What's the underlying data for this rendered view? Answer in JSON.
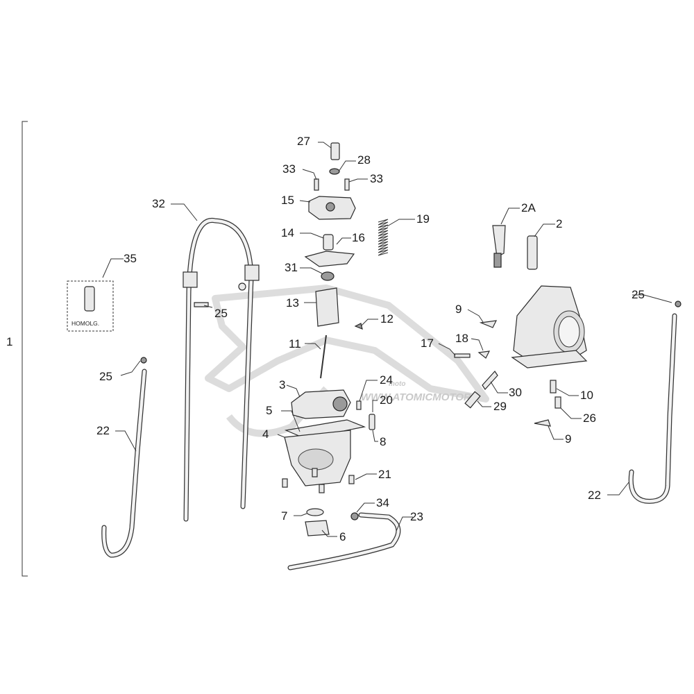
{
  "diagram": {
    "group_label": "1",
    "homolg_box_label": "HOMOLG.",
    "watermark_text": "WWW.ATOMICMOTOR",
    "watermark_logo_word": "moto",
    "callouts": {
      "c27": "27",
      "c28": "28",
      "c33a": "33",
      "c33b": "33",
      "c15": "15",
      "c32": "32",
      "c19": "19",
      "c2a": "2A",
      "c2": "2",
      "c35": "35",
      "c14": "14",
      "c16": "16",
      "c31": "31",
      "c25a": "25",
      "c13": "13",
      "c12": "12",
      "c9a": "9",
      "c25b": "25",
      "c11": "11",
      "c17": "17",
      "c18": "18",
      "c3": "3",
      "c24": "24",
      "c30": "30",
      "c25c": "25",
      "c20": "20",
      "c10": "10",
      "c5": "5",
      "c29": "29",
      "c26": "26",
      "c22a": "22",
      "c4": "4",
      "c8": "8",
      "c9b": "9",
      "c21": "21",
      "c22b": "22",
      "c34": "34",
      "c23": "23",
      "c7": "7",
      "c6": "6"
    }
  }
}
